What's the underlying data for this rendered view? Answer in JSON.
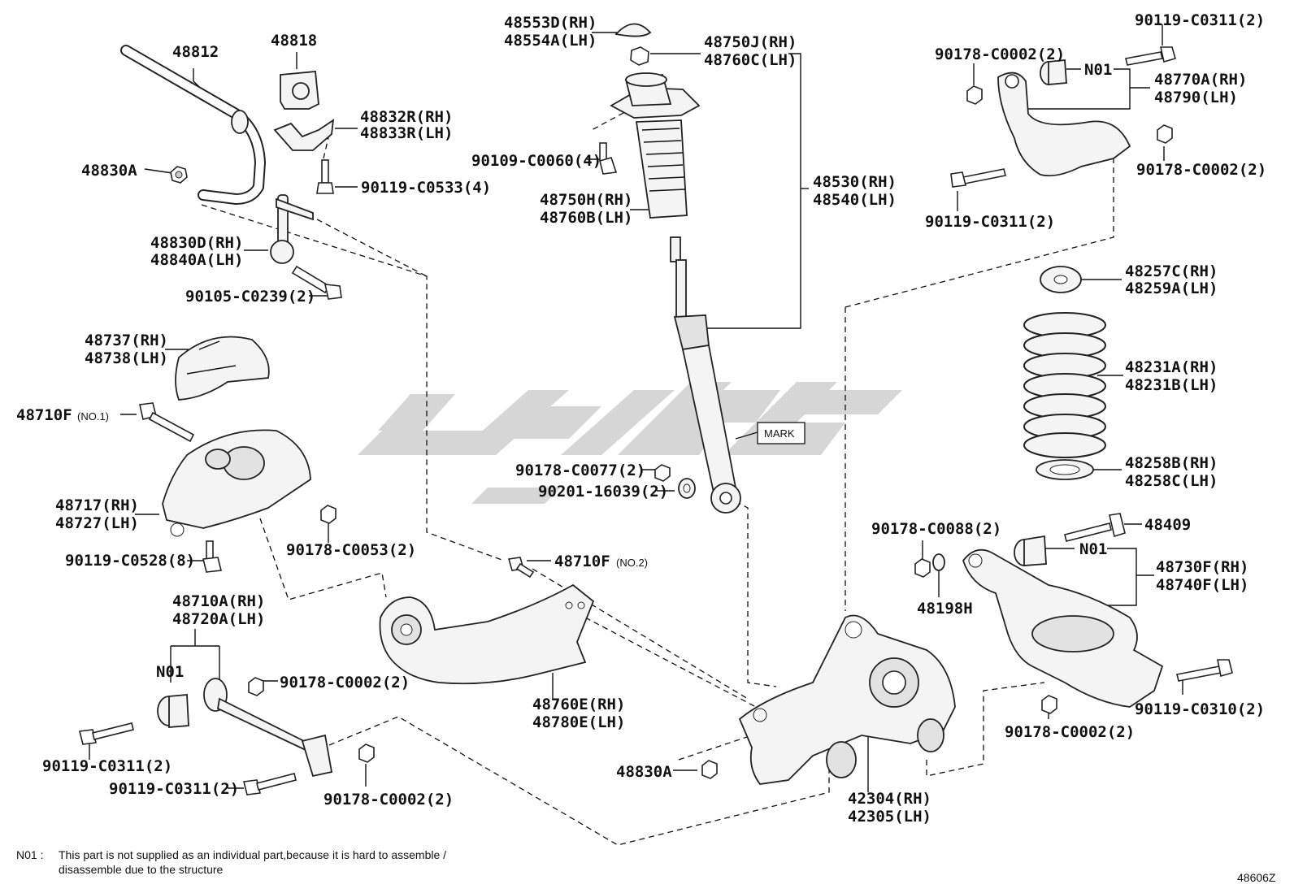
{
  "labels": [
    {
      "id": "l48812",
      "text": "48812"
    },
    {
      "id": "l48818",
      "text": "48818"
    },
    {
      "id": "l48832r",
      "text": "48832R(RH)"
    },
    {
      "id": "l48833r",
      "text": "48833R(LH)"
    },
    {
      "id": "l48830a_top",
      "text": "48830A"
    },
    {
      "id": "l90119c0533",
      "text": "90119-C0533(4)"
    },
    {
      "id": "l48830d",
      "text": "48830D(RH)"
    },
    {
      "id": "l48840a",
      "text": "48840A(LH)"
    },
    {
      "id": "l90105c0239",
      "text": "90105-C0239(2)"
    },
    {
      "id": "l48553d",
      "text": "48553D(RH)"
    },
    {
      "id": "l48554a",
      "text": "48554A(LH)"
    },
    {
      "id": "l48750j",
      "text": "48750J(RH)"
    },
    {
      "id": "l48760c",
      "text": "48760C(LH)"
    },
    {
      "id": "l90109c0060",
      "text": "90109-C0060(4)"
    },
    {
      "id": "l48750h",
      "text": "48750H(RH)"
    },
    {
      "id": "l48760b",
      "text": "48760B(LH)"
    },
    {
      "id": "l48530",
      "text": "48530(RH)"
    },
    {
      "id": "l48540",
      "text": "48540(LH)"
    },
    {
      "id": "l90119c0311_tr",
      "text": "90119-C0311(2)"
    },
    {
      "id": "l90178c0002_tr1",
      "text": "90178-C0002(2)"
    },
    {
      "id": "l48770a",
      "text": "48770A(RH)"
    },
    {
      "id": "l48790",
      "text": "48790(LH)"
    },
    {
      "id": "l90178c0002_tr2",
      "text": "90178-C0002(2)"
    },
    {
      "id": "l90119c0311_tr2",
      "text": "90119-C0311(2)"
    },
    {
      "id": "l48257c",
      "text": "48257C(RH)"
    },
    {
      "id": "l48259a",
      "text": "48259A(LH)"
    },
    {
      "id": "l48231a",
      "text": "48231A(RH)"
    },
    {
      "id": "l48231b",
      "text": "48231B(LH)"
    },
    {
      "id": "l48258b",
      "text": "48258B(RH)"
    },
    {
      "id": "l48258c",
      "text": "48258C(LH)"
    },
    {
      "id": "l48737",
      "text": "48737(RH)"
    },
    {
      "id": "l48738",
      "text": "48738(LH)"
    },
    {
      "id": "l48710f",
      "text": "48710F"
    },
    {
      "id": "l48717",
      "text": "48717(RH)"
    },
    {
      "id": "l48727",
      "text": "48727(LH)"
    },
    {
      "id": "l90178c0053",
      "text": "90178-C0053(2)"
    },
    {
      "id": "l90119c0528",
      "text": "90119-C0528(8)"
    },
    {
      "id": "l90178c0077",
      "text": "90178-C0077(2)"
    },
    {
      "id": "l90201",
      "text": "90201-16039(2)"
    },
    {
      "id": "l48710f2",
      "text": "48710F"
    },
    {
      "id": "l48710a",
      "text": "48710A(RH)"
    },
    {
      "id": "l48720a",
      "text": "48720A(LH)"
    },
    {
      "id": "ln01_left",
      "text": "N01"
    },
    {
      "id": "l90178c0002_ml",
      "text": "90178-C0002(2)"
    },
    {
      "id": "l48760e",
      "text": "48760E(RH)"
    },
    {
      "id": "l48780e",
      "text": "48780E(LH)"
    },
    {
      "id": "l90119c0311_bl1",
      "text": "90119-C0311(2)"
    },
    {
      "id": "l90119c0311_bl2",
      "text": "90119-C0311(2)"
    },
    {
      "id": "l90178c0002_bl",
      "text": "90178-C0002(2)"
    },
    {
      "id": "l48830a_bot",
      "text": "48830A"
    },
    {
      "id": "l42304",
      "text": "42304(RH)"
    },
    {
      "id": "l42305",
      "text": "42305(LH)"
    },
    {
      "id": "l90178c0088",
      "text": "90178-C0088(2)"
    },
    {
      "id": "l48198h",
      "text": "48198H"
    },
    {
      "id": "l48409",
      "text": "48409"
    },
    {
      "id": "ln01_right",
      "text": "N01"
    },
    {
      "id": "ln01_tr",
      "text": "N01"
    },
    {
      "id": "l48730f",
      "text": "48730F(RH)"
    },
    {
      "id": "l48740f",
      "text": "48740F(LH)"
    },
    {
      "id": "l90119c0310",
      "text": "90119-C0310(2)"
    },
    {
      "id": "l90178c0002_br",
      "text": "90178-C0002(2)"
    }
  ],
  "small_labels": [
    {
      "id": "s_no1",
      "text": "(NO.1)"
    },
    {
      "id": "s_no2",
      "text": "(NO.2)"
    },
    {
      "id": "s_mark",
      "text": "MARK"
    }
  ],
  "footnote": {
    "key": "N01 :",
    "line1": "This part is not supplied as an individual part,because it is hard to assemble /",
    "line2": "disassemble due to the structure"
  },
  "figure_id": "48606Z"
}
